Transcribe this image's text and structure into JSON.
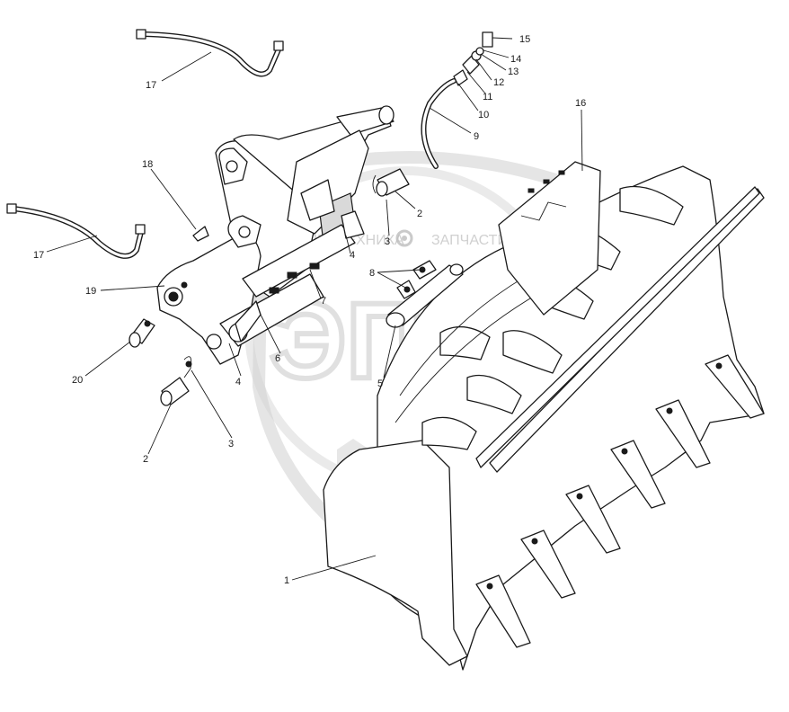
{
  "watermark": {
    "left_text": "СПЕЦТЕХНИКА",
    "right_text": "ЗАПЧАСТИ",
    "logo_letters": "ЭПФ",
    "logo_icon": "gear-icon"
  },
  "callouts": [
    {
      "id": "c1",
      "label": "1"
    },
    {
      "id": "c2a",
      "label": "2"
    },
    {
      "id": "c2b",
      "label": "2"
    },
    {
      "id": "c3a",
      "label": "3"
    },
    {
      "id": "c3b",
      "label": "3"
    },
    {
      "id": "c4a",
      "label": "4"
    },
    {
      "id": "c4b",
      "label": "4"
    },
    {
      "id": "c5",
      "label": "5"
    },
    {
      "id": "c6",
      "label": "6"
    },
    {
      "id": "c7",
      "label": "7"
    },
    {
      "id": "c8",
      "label": "8"
    },
    {
      "id": "c9",
      "label": "9"
    },
    {
      "id": "c10",
      "label": "10"
    },
    {
      "id": "c11",
      "label": "11"
    },
    {
      "id": "c12",
      "label": "12"
    },
    {
      "id": "c13",
      "label": "13"
    },
    {
      "id": "c14",
      "label": "14"
    },
    {
      "id": "c15",
      "label": "15"
    },
    {
      "id": "c16",
      "label": "16"
    },
    {
      "id": "c17a",
      "label": "17"
    },
    {
      "id": "c17b",
      "label": "17"
    },
    {
      "id": "c18",
      "label": "18"
    },
    {
      "id": "c19",
      "label": "19"
    },
    {
      "id": "c20",
      "label": "20"
    }
  ]
}
